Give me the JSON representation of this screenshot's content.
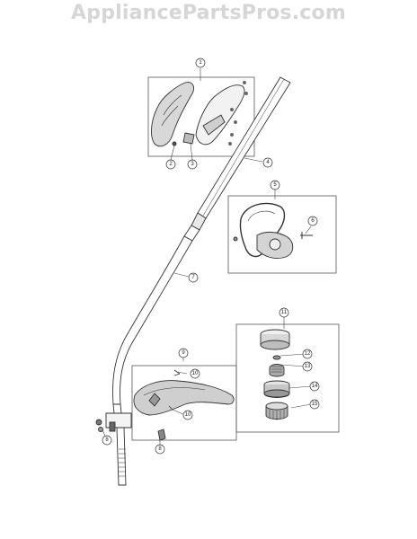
{
  "watermark": {
    "text": "AppliancePartsPros.com"
  },
  "callouts": {
    "c1": "1",
    "c2": "2",
    "c3": "3",
    "c4": "4",
    "c5": "5",
    "c6": "6",
    "c7": "7",
    "c8a": "8",
    "c8b": "8",
    "c9": "9",
    "c10a": "10",
    "c10b": "10",
    "c11": "11",
    "c12": "12",
    "c13": "13",
    "c14": "14",
    "c15": "15"
  },
  "icons": [
    "handle-housing-icon",
    "shaft-icon",
    "assist-handle-icon",
    "guard-icon",
    "trimmer-head-icon",
    "screw-icon"
  ]
}
